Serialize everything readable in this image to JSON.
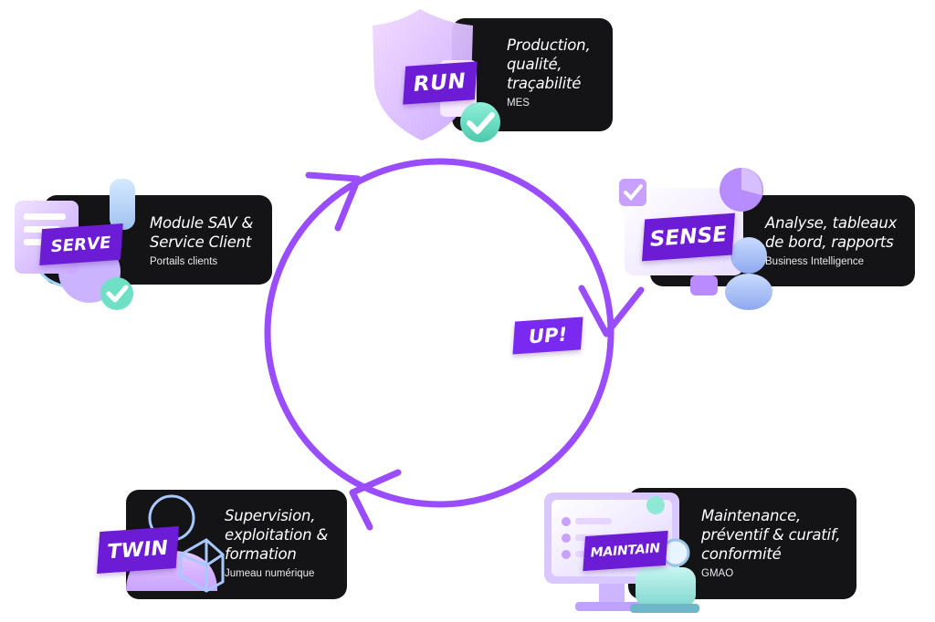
{
  "center_tag": "UP!",
  "nodes": {
    "run": {
      "tag": "RUN",
      "title": "Production,\nqualité,\ntraçabilité",
      "subtitle": "MES"
    },
    "sense": {
      "tag": "SENSE",
      "title": "Analyse, tableaux\nde bord, rapports",
      "subtitle": "Business Intelligence"
    },
    "maintain": {
      "tag": "MAINTAIN",
      "title": "Maintenance,\npréventif & curatif,\nconformité",
      "subtitle": "GMAO"
    },
    "twin": {
      "tag": "TWIN",
      "title": "Supervision,\nexploitation &\nformation",
      "subtitle": "Jumeau numérique"
    },
    "serve": {
      "tag": "SERVE",
      "title": "Module SAV &\nService Client",
      "subtitle": "Portails clients"
    }
  },
  "colors": {
    "accent": "#6c1cd4",
    "cycle": "#9a4dff",
    "card_bg": "#141416"
  },
  "icons": [
    "shield-check-icon",
    "dashboard-chart-icon",
    "monitor-pump-icon",
    "person-network-icon",
    "gear-database-icon"
  ]
}
